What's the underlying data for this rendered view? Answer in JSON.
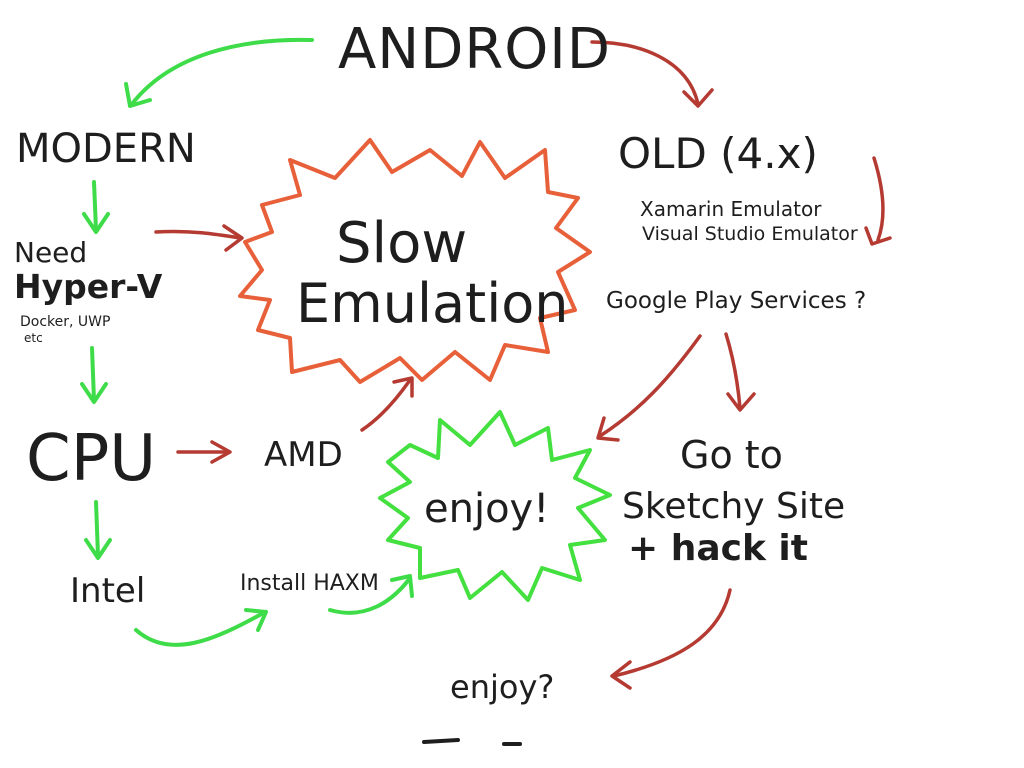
{
  "nodes": {
    "android": "ANDROID",
    "modern": "MODERN",
    "old": "OLD (4.x)",
    "xamarin": "Xamarin Emulator",
    "visual_studio": "Visual Studio Emulator",
    "google_play": "Google Play Services ?",
    "need": "Need",
    "hyper_v": "Hyper-V",
    "docker": "Docker, UWP",
    "etc": "etc",
    "slow_1": "Slow",
    "slow_2": "Emulation",
    "cpu": "CPU",
    "amd": "AMD",
    "enjoy": "enjoy!",
    "go_to": "Go to",
    "sketchy": "Sketchy Site",
    "hack": "+ hack it",
    "intel": "Intel",
    "haxm": "Install HAXM",
    "enjoy_q": "enjoy?"
  },
  "colors": {
    "ink": "#1e1e1e",
    "green": "#3fdc4a",
    "red": "#b43a32",
    "orange_burst": "#e8603a",
    "green_burst": "#44e040"
  }
}
